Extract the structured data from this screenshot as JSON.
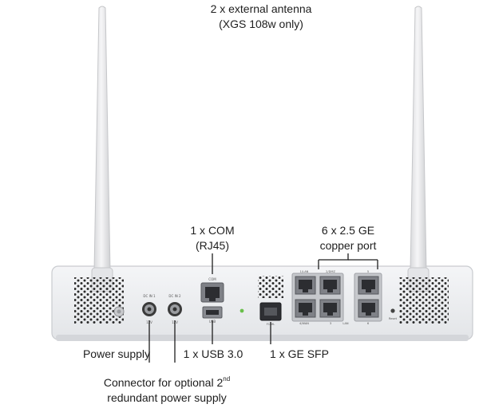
{
  "labels": {
    "antenna_line1": "2 x external antenna",
    "antenna_line2": "(XGS 108w only)",
    "com_line1": "1 x COM",
    "com_line2": "(RJ45)",
    "ge_line1": "6 x 2.5 GE",
    "ge_line2": "copper port",
    "power_supply": "Power supply",
    "usb": "1 x USB 3.0",
    "sfp": "1 x GE SFP",
    "redundant_line1_pre": "Connector for optional 2",
    "redundant_line1_sup": "nd",
    "redundant_line2": "redundant power supply"
  },
  "device_markings": {
    "dc_in_1": "DC IN 1",
    "dc_in_2": "DC IN 2",
    "volt_1": "12V",
    "volt_2": "12V",
    "com": "COM",
    "usb": "USB",
    "sfp": "F1 ML",
    "port_1": "1/LAN",
    "port_2": "2/DMZ",
    "port_3": "3",
    "port_4": "4/WAN",
    "port_5": "5",
    "port_6": "6",
    "lan": "LAN",
    "reset": "Reset"
  }
}
